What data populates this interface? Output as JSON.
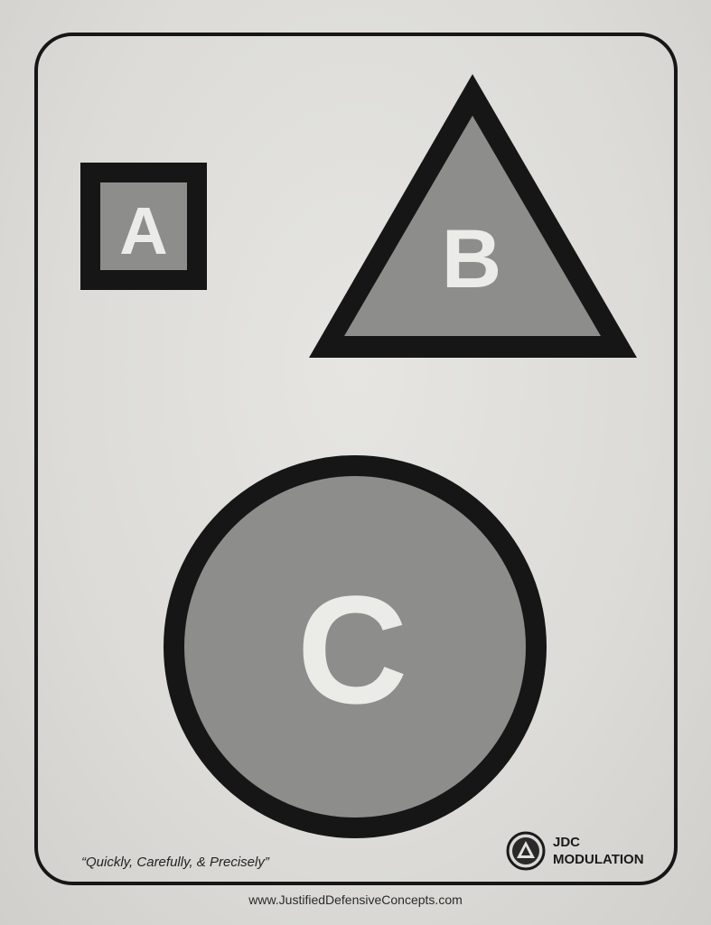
{
  "targets": {
    "a": {
      "letter": "A",
      "shape": "square"
    },
    "b": {
      "letter": "B",
      "shape": "triangle"
    },
    "c": {
      "letter": "C",
      "shape": "circle"
    }
  },
  "footer": {
    "motto": "“Quickly, Carefully, & Precisely”",
    "website": "www.JustifiedDefensiveConcepts.com"
  },
  "logo": {
    "icon": "triangle-in-circle-icon",
    "line1": "JDC",
    "line2": "MODULATION"
  },
  "colors": {
    "paper": "#e3e2de",
    "outline": "#161616",
    "fill": "#8d8d8b",
    "letter": "#ebebe8"
  }
}
